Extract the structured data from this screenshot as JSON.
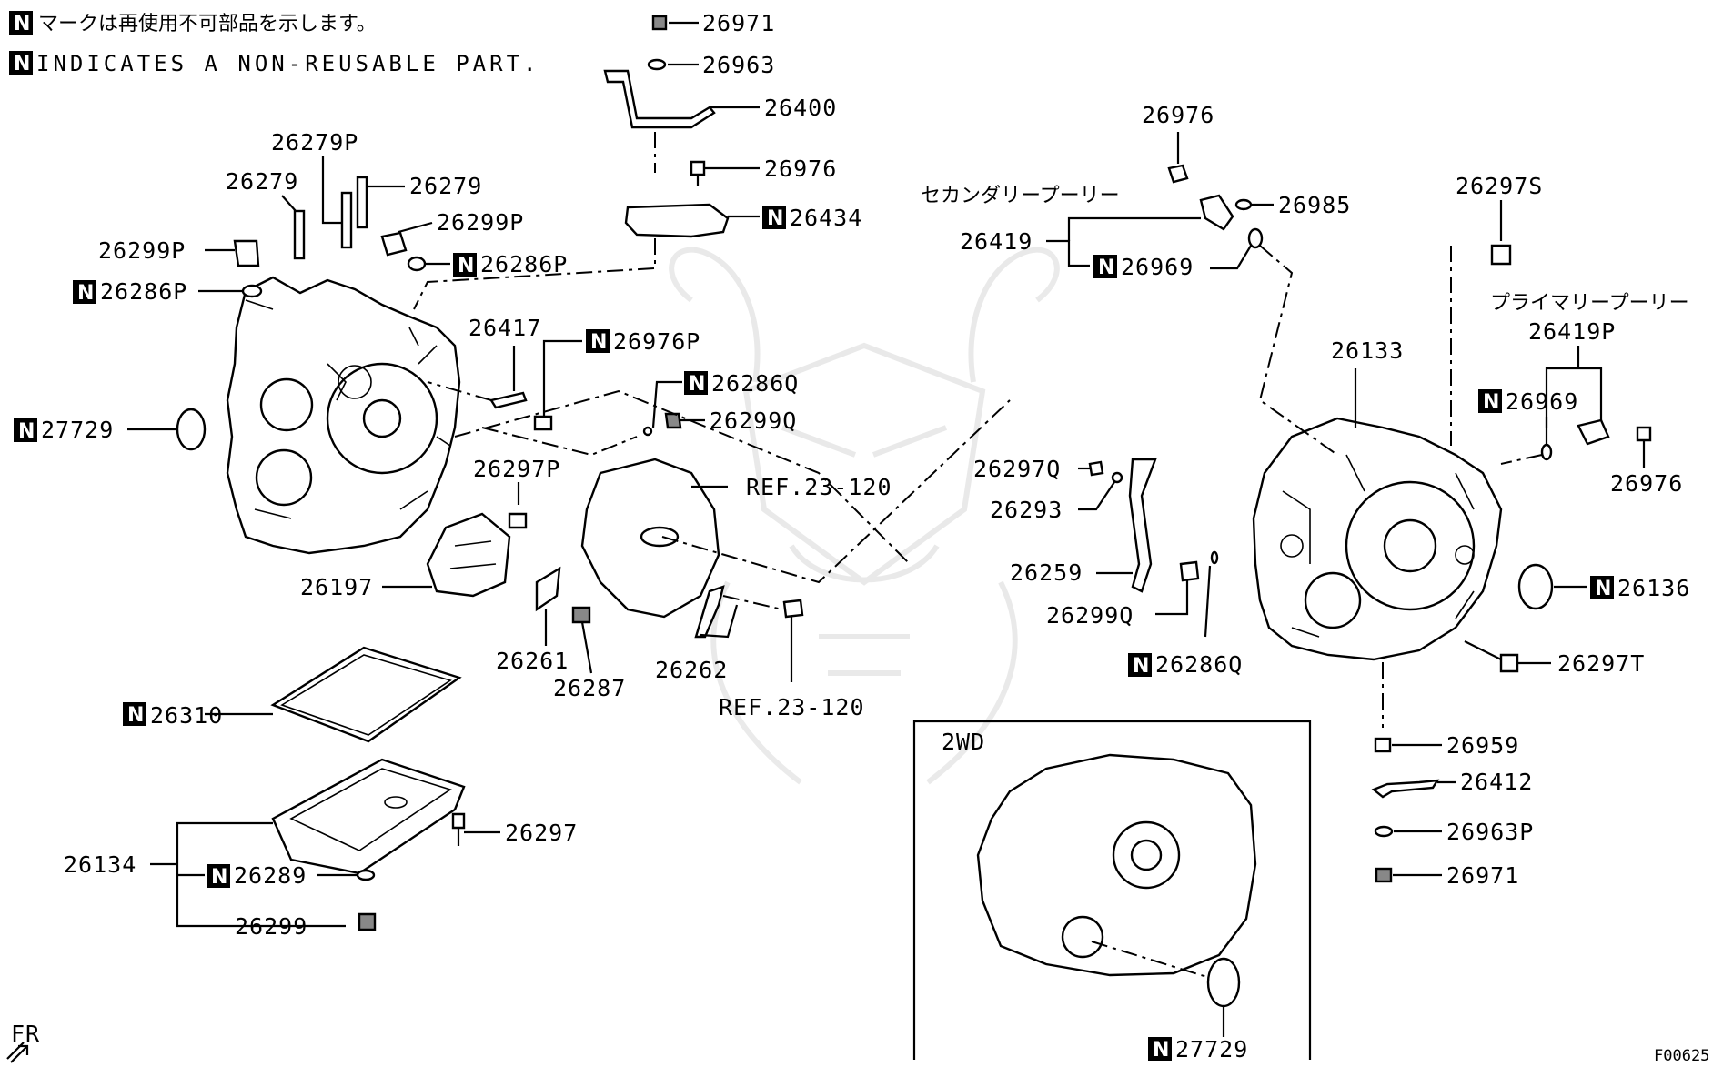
{
  "header": {
    "note_jp": "マークは再使用不可部品を示します。",
    "note_en": "INDICATES A NON-REUSABLE PART.",
    "n_mark": "N"
  },
  "labels": {
    "p26971_top": "26971",
    "p26963": "26963",
    "p26400": "26400",
    "p26976_top": "26976",
    "p26434": "26434",
    "p26279P": "26279P",
    "p26279_a": "26279",
    "p26279_b": "26279",
    "p26299P_a": "26299P",
    "p26299P_b": "26299P",
    "p26286P_a": "26286P",
    "p26286P_b": "26286P",
    "p27729_left": "27729",
    "p26417": "26417",
    "p26976P": "26976P",
    "p26286Q_top": "26286Q",
    "p26299Q_top": "26299Q",
    "p26297P": "26297P",
    "ref_a": "REF.23-120",
    "ref_b": "REF.23-120",
    "p26197": "26197",
    "p26261": "26261",
    "p26287": "26287",
    "p26262": "26262",
    "p26310": "26310",
    "p26297": "26297",
    "p26134": "26134",
    "p26289": "26289",
    "p26299": "26299",
    "p26976_mid": "26976",
    "secondary_jp": "セカンダリープーリー",
    "p26985": "26985",
    "p26419": "26419",
    "p26969_a": "26969",
    "p26297S": "26297S",
    "primary_jp": "プライマリープーリー",
    "p26419P": "26419P",
    "p26133": "26133",
    "p26969_b": "26969",
    "p26976_right": "26976",
    "p26297Q": "26297Q",
    "p26293": "26293",
    "p26259": "26259",
    "p26299Q_bot": "26299Q",
    "p26286Q_bot": "26286Q",
    "p26136": "26136",
    "p26297T": "26297T",
    "p26959": "26959",
    "p26412": "26412",
    "p26963P": "26963P",
    "p26971_bot": "26971",
    "box_2wd": "2WD",
    "p27729_box": "27729",
    "fr": "FR",
    "fig_code": "F00625"
  }
}
